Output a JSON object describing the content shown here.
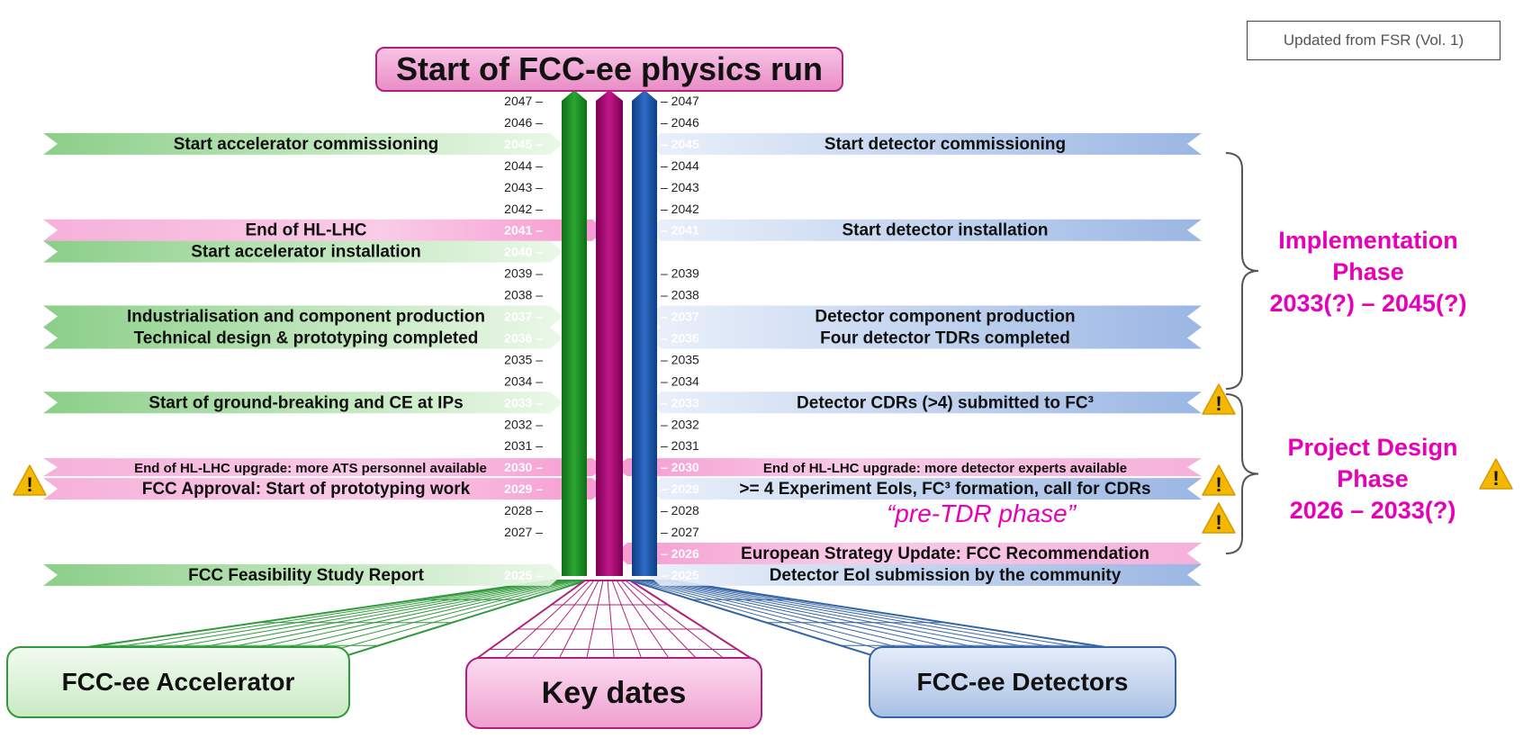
{
  "note": "Updated from FSR (Vol. 1)",
  "title": "Start of FCC-ee physics run",
  "pre_tdr_label": "“pre-TDR phase”",
  "bottom": {
    "accelerator": "FCC-ee Accelerator",
    "key_dates": "Key dates",
    "detectors": "FCC-ee Detectors"
  },
  "phases": {
    "implementation": [
      "Implementation",
      "Phase",
      "2033(?) – 2045(?)"
    ],
    "design": [
      "Project Design",
      "Phase",
      "2026 – 2033(?)"
    ]
  },
  "years": [
    2047,
    2046,
    2045,
    2044,
    2043,
    2042,
    2041,
    2040,
    2039,
    2038,
    2037,
    2036,
    2035,
    2034,
    2033,
    2032,
    2031,
    2030,
    2029,
    2028,
    2027,
    2026,
    2025
  ],
  "highlight_years": [
    2045,
    2041,
    2040,
    2037,
    2036,
    2033,
    2030,
    2029,
    2026,
    2025
  ],
  "left_milestones": [
    {
      "year": 2045,
      "text": "Start accelerator commissioning",
      "color": "green"
    },
    {
      "year": 2041,
      "text": "End of HL-LHC",
      "color": "pink"
    },
    {
      "year": 2040,
      "text": "Start accelerator installation",
      "color": "green"
    },
    {
      "year": 2037,
      "text": "Industrialisation and component production",
      "color": "green"
    },
    {
      "year": 2036,
      "text": "Technical design & prototyping completed",
      "color": "green"
    },
    {
      "year": 2033,
      "text": "Start of ground-breaking and CE at IPs",
      "color": "green"
    },
    {
      "year": 2030,
      "text": "End of HL-LHC upgrade: more ATS personnel available",
      "color": "pink",
      "small": true
    },
    {
      "year": 2029,
      "text": "FCC Approval: Start of prototyping work",
      "color": "pink"
    },
    {
      "year": 2025,
      "text": "FCC Feasibility Study Report",
      "color": "green"
    }
  ],
  "right_milestones": [
    {
      "year": 2045,
      "text": "Start detector commissioning",
      "color": "blue"
    },
    {
      "year": 2041,
      "text": "Start detector installation",
      "color": "blue"
    },
    {
      "year": 2037,
      "text": "Detector component production",
      "color": "blue"
    },
    {
      "year": 2036,
      "text": "Four detector TDRs completed",
      "color": "blue"
    },
    {
      "year": 2033,
      "text": "Detector CDRs (>4) submitted to FC³",
      "color": "blue"
    },
    {
      "year": 2030,
      "text": "End of HL-LHC upgrade: more detector experts available",
      "color": "pink",
      "small": true
    },
    {
      "year": 2029,
      "text": ">= 4 Experiment EoIs, FC³ formation, call for CDRs",
      "color": "blue"
    },
    {
      "year": 2026,
      "text": "European Strategy Update: FCC Recommendation",
      "color": "pink"
    },
    {
      "year": 2025,
      "text": "Detector EoI submission by the community",
      "color": "blue"
    }
  ],
  "colors": {
    "green": "#8fd18b",
    "pink": "#f08cc6",
    "blue": "#a3bde6",
    "accent": "#e600b8",
    "warning": "#f5b800",
    "bar_green": "#1f8f25",
    "bar_magenta": "#a3006f",
    "bar_blue": "#1f55a8"
  }
}
